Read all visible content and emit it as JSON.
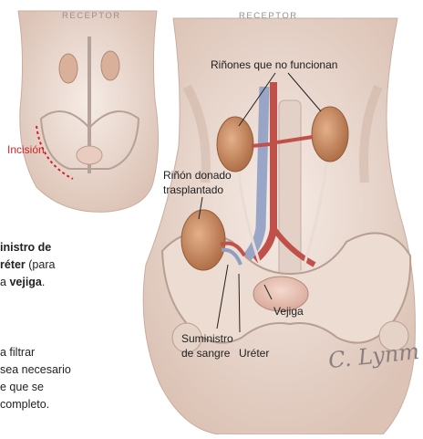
{
  "small_figure": {
    "receptor_label": "RECEPTOR",
    "incision_label": "Incisión"
  },
  "large_figure": {
    "receptor_label": "RECEPTOR",
    "nonfunctioning_kidneys_label": "Riñones que no funcionan",
    "donated_kidney_label_line1": "Riñón donado",
    "donated_kidney_label_line2": "trasplantado",
    "bladder_label": "Vejiga",
    "blood_supply_label_line1": "Suministro",
    "blood_supply_label_line2": "de sangre",
    "ureter_label": "Uréter",
    "signature": "C. Lynm"
  },
  "paragraph1": {
    "line1": "inistro de",
    "line2_bold": "réter",
    "line2_rest": " (para",
    "line3_prefix": "a ",
    "line3_bold": "vejiga",
    "line3_end": "."
  },
  "paragraph2": {
    "line1": "a filtrar",
    "line2": "sea necesario",
    "line3": "e que se",
    "line4": "completo."
  },
  "colors": {
    "skin": "#f1e6df",
    "kidney": "#c98a5c",
    "artery": "#c0504a",
    "vein": "#8f9fc4",
    "incision": "#d2232a",
    "label_text": "#1e1e1e"
  }
}
